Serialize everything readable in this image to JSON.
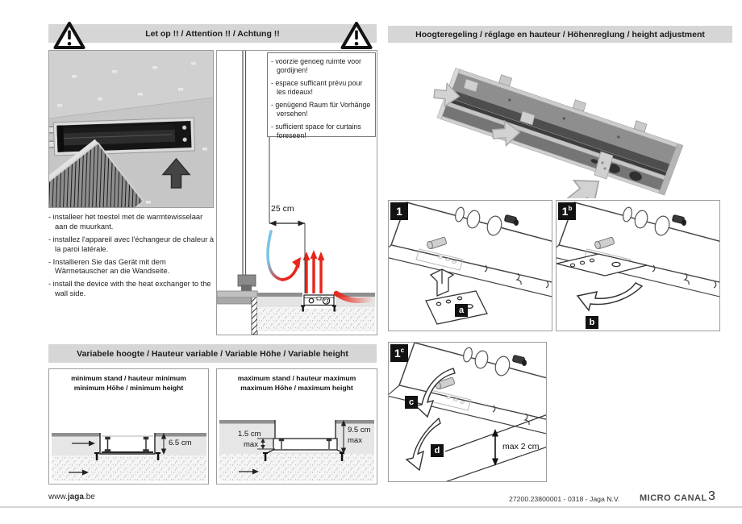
{
  "colors": {
    "header_bar": "#d6d6d6",
    "accent_red": "#e8251a",
    "accent_blue": "#7cc4e6",
    "label_black": "#121212"
  },
  "warning_section": {
    "header": "Let op !! / Attention !! / Achtung !!",
    "curtain_notes": [
      "- voorzie genoeg ruimte voor gordijnen!",
      "- espace sufficant prévu pour les rideaux!",
      "- genügend Raum für Vorhänge versehen!",
      "- sufficient space for curtains foreseen!"
    ],
    "install_notes": [
      "- installeer het toestel met de warmtewisselaar aan de muurkant.",
      "- installez l'appareil avec l'échangeur de chaleur à la paroi latérale.",
      "- Installieren Sie das Gerät mit dem Wärmetauscher an die Wandseite.",
      "- install the device with the heat exchanger to the wall side."
    ],
    "curtain_distance": "25 cm"
  },
  "height_section": {
    "header": "Hoogteregeling / réglage en hauteur / Höhenreglung / height adjustment",
    "steps": [
      {
        "number": "1",
        "suffix": "",
        "part": "a"
      },
      {
        "number": "1",
        "suffix": "b",
        "part": "b"
      },
      {
        "number": "1",
        "suffix": "c",
        "part_top": "c",
        "part_bottom": "d",
        "max_gap": "max 2 cm"
      }
    ]
  },
  "variable_height_section": {
    "header": "Variabele hoogte  / Hauteur variable / Variable Höhe / Variable height",
    "minimum": {
      "title1": "minimum stand / hauteur minimum",
      "title2": "minimum Höhe / minimum height",
      "depth": "6.5 cm"
    },
    "maximum": {
      "title1": "maximum stand / hauteur maximum",
      "title2": "maximum Höhe / maximum height",
      "gap": "1.5 cm",
      "gap_qualifier": "max",
      "depth": "9.5 cm",
      "depth_qualifier": "max"
    }
  },
  "footer": {
    "website_prefix": "www.",
    "website_brand": "jaga",
    "website_suffix": ".be",
    "document_ref": "27200.23800001 - 0318 - Jaga N.V.",
    "product_name": "MICRO CANAL",
    "page_number": "3"
  }
}
